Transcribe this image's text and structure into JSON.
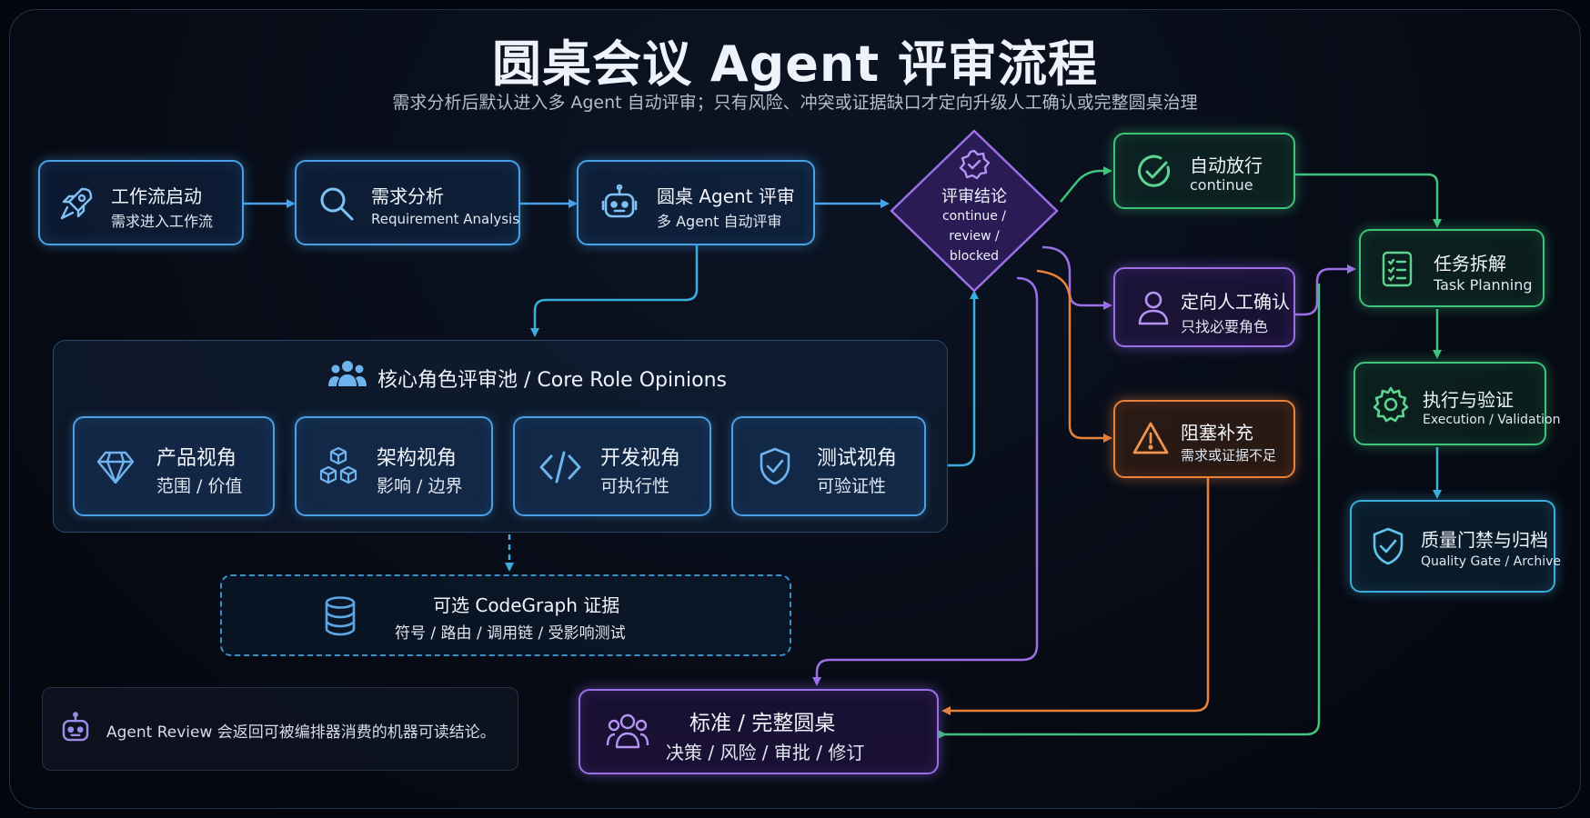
{
  "title": "圆桌会议 Agent 评审流程",
  "subtitle": "需求分析后默认进入多 Agent 自动评审；只有风险、冲突或证据缺口才定向升级人工确认或完整圆桌治理",
  "nodes": {
    "start": {
      "title": "工作流启动",
      "sub": "需求进入工作流",
      "icon": "rocket-icon"
    },
    "analysis": {
      "title": "需求分析",
      "sub": "Requirement Analysis",
      "icon": "search-icon"
    },
    "agent_review": {
      "title": "圆桌 Agent 评审",
      "sub": "多 Agent 自动评审",
      "icon": "robot-icon"
    },
    "verdict": {
      "title": "评审结论",
      "line1": "continue /",
      "line2": "review /",
      "line3": "blocked",
      "icon": "verified-badge-icon"
    },
    "auto_pass": {
      "title": "自动放行",
      "sub": "continue",
      "icon": "check-circle-icon"
    },
    "human_confirm": {
      "title": "定向人工确认",
      "sub": "只找必要角色",
      "icon": "user-icon"
    },
    "blocked": {
      "title": "阻塞补充",
      "sub": "需求或证据不足",
      "icon": "warning-icon"
    },
    "task_planning": {
      "title": "任务拆解",
      "sub": "Task Planning",
      "icon": "checklist-icon"
    },
    "execution": {
      "title": "执行与验证",
      "sub": "Execution / Validation",
      "icon": "gear-icon"
    },
    "quality_gate": {
      "title": "质量门禁与归档",
      "sub": "Quality Gate / Archive",
      "icon": "shield-check-icon"
    },
    "roundtable": {
      "title": "标准 / 完整圆桌",
      "sub": "决策 / 风险 / 审批 / 修订",
      "icon": "group-icon"
    }
  },
  "pool": {
    "title": "核心角色评审池 / Core Role Opinions",
    "icon": "team-icon",
    "roles": [
      {
        "title": "产品视角",
        "sub": "范围 / 价值",
        "icon": "diamond-icon"
      },
      {
        "title": "架构视角",
        "sub": "影响 / 边界",
        "icon": "cubes-icon"
      },
      {
        "title": "开发视角",
        "sub": "可执行性",
        "icon": "code-icon"
      },
      {
        "title": "测试视角",
        "sub": "可验证性",
        "icon": "shield-check-icon"
      }
    ]
  },
  "codegraph": {
    "title": "可选 CodeGraph 证据",
    "sub": "符号 / 路由 / 调用链  / 受影响测试",
    "icon": "database-icon"
  },
  "note": {
    "text": "Agent Review 会返回可被编排器消费的机器可读结论。",
    "icon": "robot-icon"
  },
  "colors": {
    "blue": "#4aa2e6",
    "purple": "#9b6fe6",
    "green": "#3fc47d",
    "orange": "#e8813a",
    "teal": "#3aaedc",
    "background": "#070b15"
  }
}
